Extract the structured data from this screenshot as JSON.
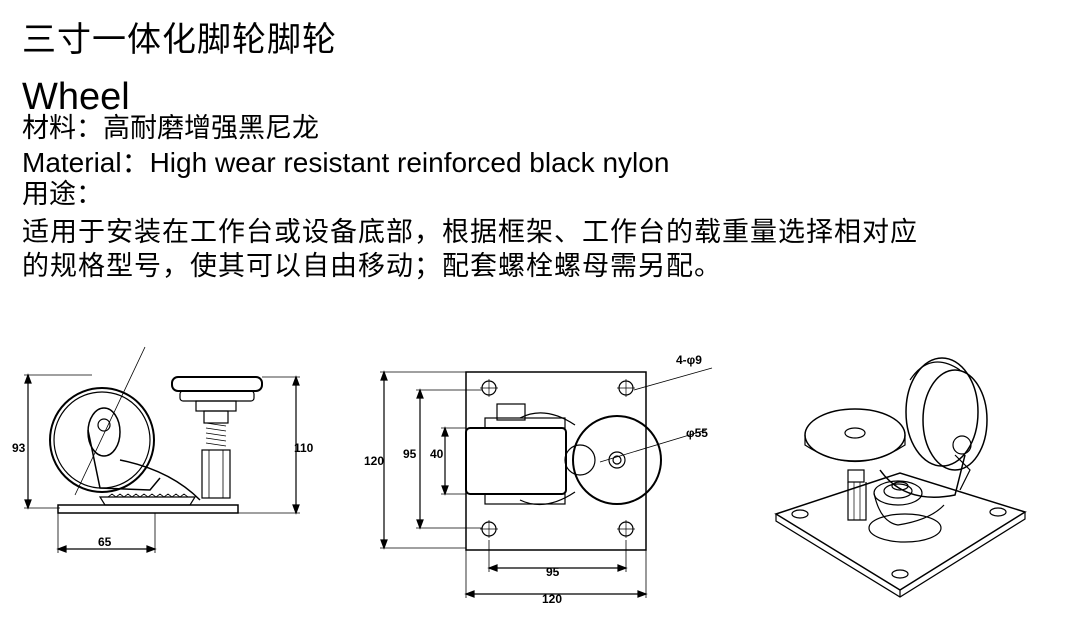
{
  "header": {
    "title": "三寸一体化脚轮脚轮",
    "subtitle": "Wheel"
  },
  "spec": {
    "material_cn": "材料：高耐磨增强黑尼龙",
    "material_en": "Material：High wear resistant reinforced black nylon",
    "usage_label": "用途：",
    "usage_line1": "适用于安装在工作台或设备底部，根据框架、工作台的载重量选择相对应",
    "usage_line2": "的规格型号，使其可以自由移动；配套螺栓螺母需另配。"
  },
  "drawings": {
    "side": {
      "height_left": "93",
      "height_right": "110",
      "base_width": "65"
    },
    "top": {
      "height_outer": "120",
      "height_inner": "95",
      "height_small": "40",
      "hole_note": "4-φ9",
      "wheel_dia": "φ55",
      "width_inner": "95",
      "width_outer": "120"
    }
  }
}
